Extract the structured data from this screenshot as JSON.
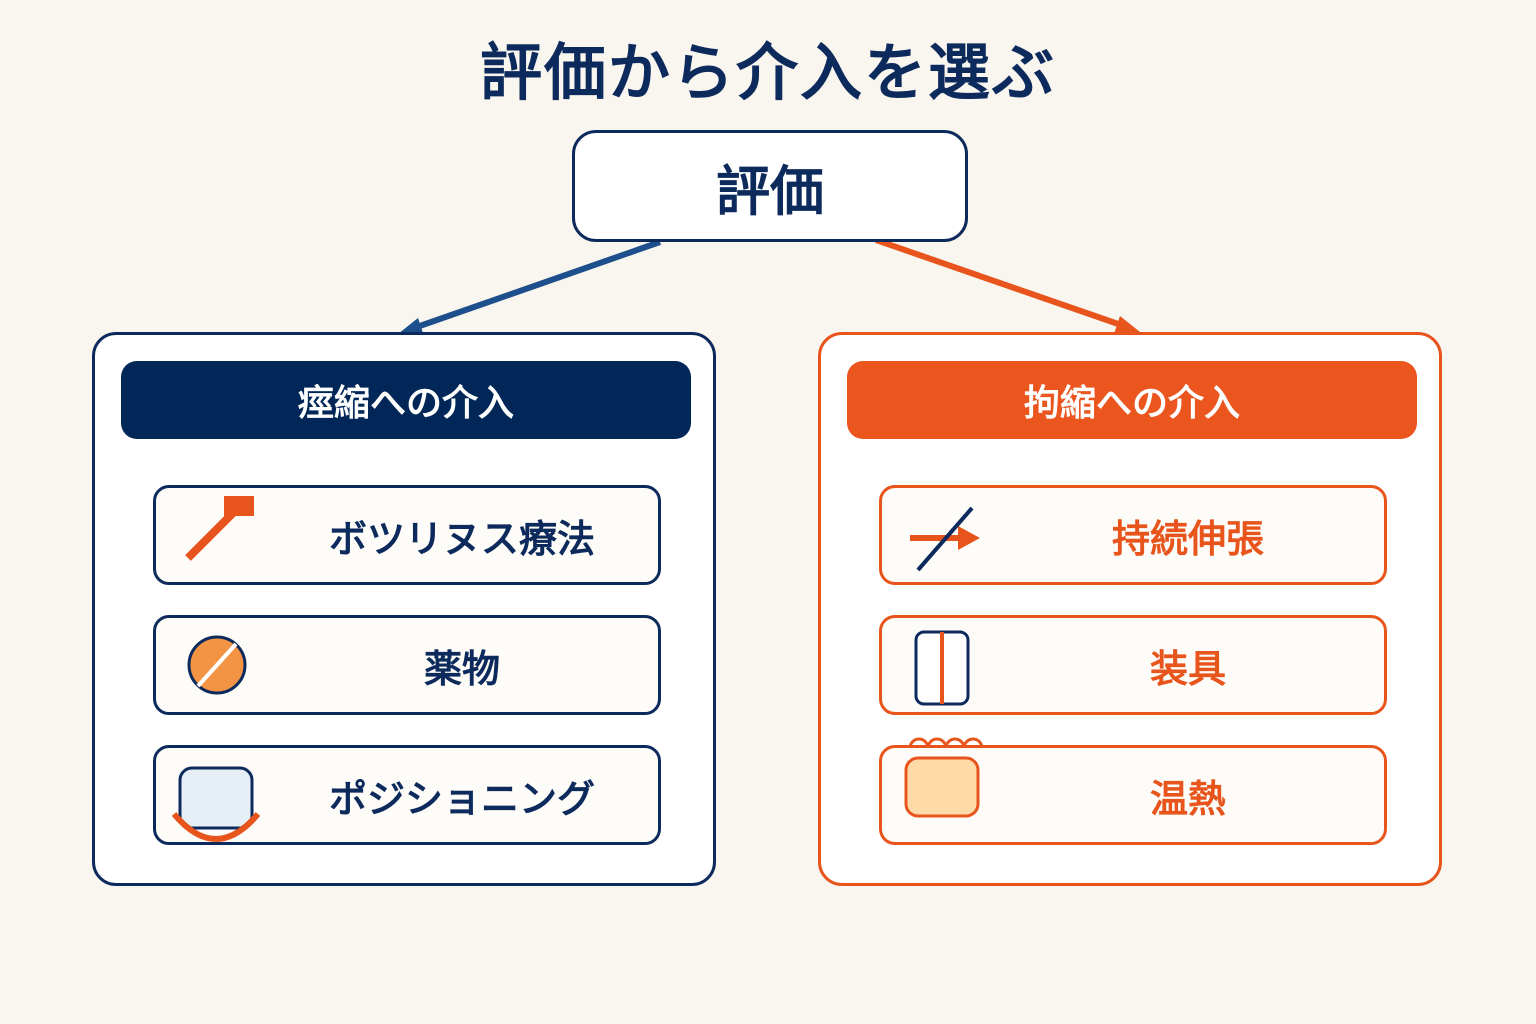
{
  "title": "評価から介入を選ぶ",
  "assessment": {
    "label": "評価"
  },
  "spasticity": {
    "header": "痙縮への介入",
    "items": [
      {
        "label": "ボツリヌス療法",
        "icon": "injection-icon"
      },
      {
        "label": "薬物",
        "icon": "pill-icon"
      },
      {
        "label": "ポジショニング",
        "icon": "cushion-icon"
      }
    ]
  },
  "contracture": {
    "header": "拘縮への介入",
    "items": [
      {
        "label": "持続伸張",
        "icon": "stretch-icon"
      },
      {
        "label": "装具",
        "icon": "brace-icon"
      },
      {
        "label": "温熱",
        "icon": "heat-pack-icon"
      }
    ]
  },
  "colors": {
    "navy": "#0d2a5c",
    "orange": "#e8551c",
    "background": "#f9f5ef"
  }
}
